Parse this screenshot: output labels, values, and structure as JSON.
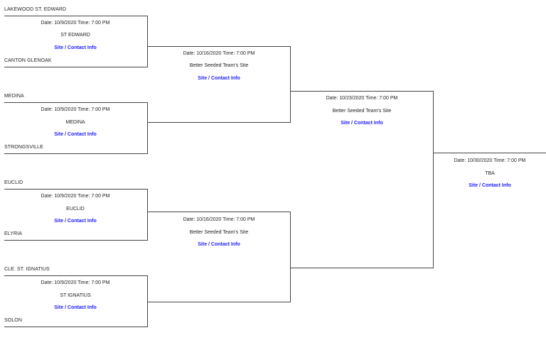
{
  "round1": [
    {
      "top": "LAKEWOOD ST. EDWARD",
      "bottom": "CANTON GLENOAK",
      "date": "Date: 10/9/2020   Time: 7:00 PM",
      "site": "ST EDWARD",
      "link": "Site / Contact Info"
    },
    {
      "top": "MEDINA",
      "bottom": "STRONGSVILLE",
      "date": "Date: 10/9/2020   Time: 7:00 PM",
      "site": "MEDINA",
      "link": "Site / Contact Info"
    },
    {
      "top": "EUCLID",
      "bottom": "ELYRIA",
      "date": "Date: 10/9/2020   Time: 7:00 PM",
      "site": "EUCLID",
      "link": "Site / Contact Info"
    },
    {
      "top": "CLE. ST. IGNATIUS",
      "bottom": "SOLON",
      "date": "Date: 10/9/2020   Time: 7:00 PM",
      "site": "ST IGNATIUS",
      "link": "Site / Contact Info"
    }
  ],
  "round2": [
    {
      "date": "Date: 10/16/2020   Time: 7:00 PM",
      "site": "Better Seeded Team's Site",
      "link": "Site / Contact Info"
    },
    {
      "date": "Date: 10/16/2020   Time: 7:00 PM",
      "site": "Better Seeded Team's Site",
      "link": "Site / Contact Info"
    }
  ],
  "round3": [
    {
      "date": "Date: 10/23/2020   Time: 7:00 PM",
      "site": "Better Seeded Team's Site",
      "link": "Site / Contact Info"
    }
  ],
  "final": {
    "date": "Date: 10/30/2020   Time: 7:00 PM",
    "site": "TBA",
    "link": "Site / Contact Info"
  }
}
